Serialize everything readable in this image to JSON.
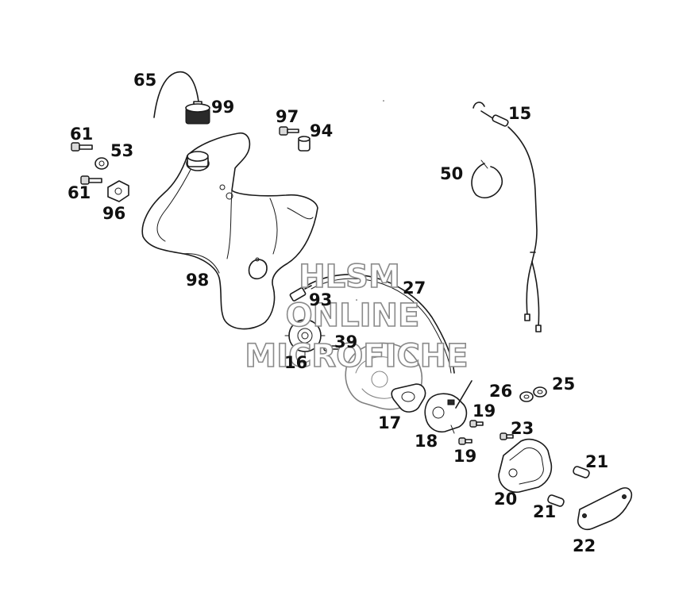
{
  "diagram": {
    "callouts": {
      "c65": "65",
      "c99": "99",
      "c97": "97",
      "c94": "94",
      "c61a": "61",
      "c53": "53",
      "c61b": "61",
      "c96": "96",
      "c98": "98",
      "c15": "15",
      "c50": "50",
      "c27": "27",
      "c93": "93",
      "c39": "39",
      "c16": "16",
      "c17": "17",
      "c18": "18",
      "c19a": "19",
      "c19b": "19",
      "c26": "26",
      "c25": "25",
      "c23": "23",
      "c21a": "21",
      "c20": "20",
      "c21b": "21",
      "c22": "22"
    },
    "watermark": {
      "line1": "HLSM",
      "line2": "ONLINE",
      "line3": "MICROFICHE"
    },
    "colors": {
      "ink": "#1a1a1a",
      "watermark_outline": "#8a8a8a",
      "background": "#ffffff"
    }
  }
}
